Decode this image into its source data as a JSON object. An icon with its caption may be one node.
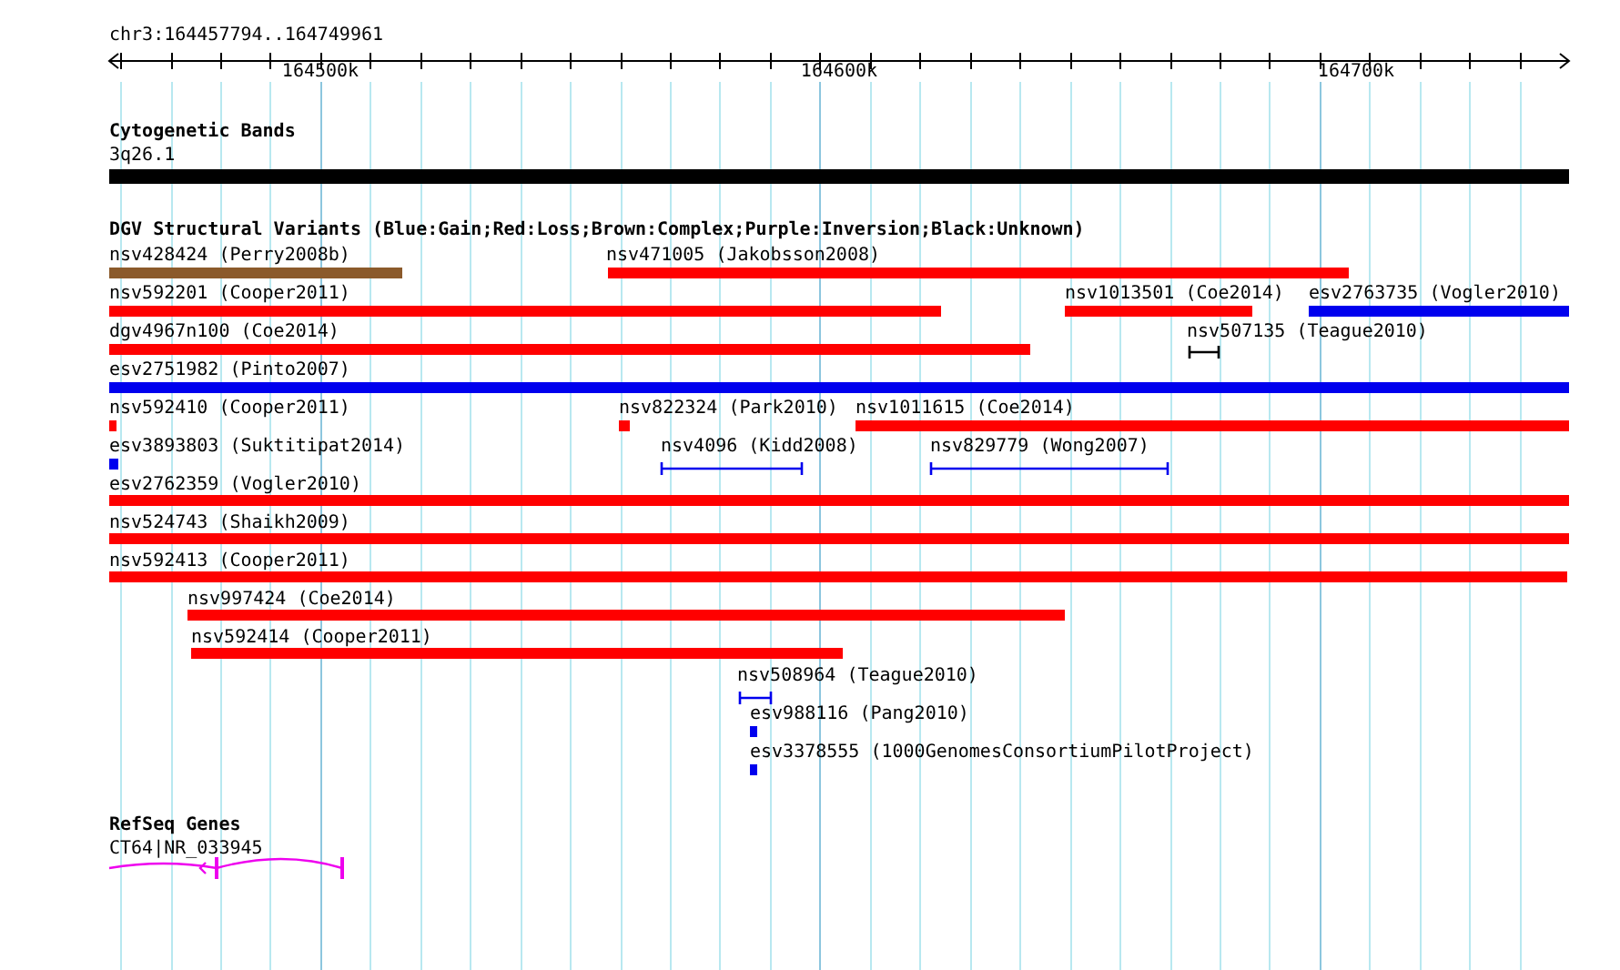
{
  "diagram": {
    "nodes": [
      {
        "text": [],
        "shape": "bar",
        "beside": [
          "3q26.1"
        ]
      },
      {
        "text": [],
        "shape": "bar",
        "beside": [
          "nsv428424 (Perry2008b)"
        ]
      },
      {
        "text": [],
        "shape": "bar",
        "beside": [
          "nsv471005 (Jakobsson2008)"
        ]
      },
      {
        "text": [],
        "shape": "bar",
        "beside": [
          "nsv592201 (Cooper2011)"
        ]
      },
      {
        "text": [],
        "shape": "bar",
        "beside": [
          "nsv1013501 (Coe2014)"
        ]
      },
      {
        "text": [],
        "shape": "bar",
        "beside": [
          "esv2763735 (Vogler2010)"
        ]
      },
      {
        "text": [],
        "shape": "bar",
        "beside": [
          "dgv4967n100 (Coe2014)"
        ]
      },
      {
        "text": [],
        "shape": "bar",
        "beside": [
          "nsv507135 (Teague2010)"
        ]
      },
      {
        "text": [],
        "shape": "bar",
        "beside": [
          "esv2751982 (Pinto2007)"
        ]
      },
      {
        "text": [],
        "shape": "bar",
        "beside": [
          "nsv592410 (Cooper2011)"
        ]
      },
      {
        "text": [],
        "shape": "bar",
        "beside": [
          "nsv822324 (Park2010)"
        ]
      },
      {
        "text": [],
        "shape": "bar",
        "beside": [
          "nsv1011615 (Coe2014)"
        ]
      },
      {
        "text": [],
        "shape": "bar",
        "beside": [
          "esv3893803 (Suktitipat2014)"
        ]
      },
      {
        "text": [],
        "shape": "bar",
        "beside": [
          "nsv4096 (Kidd2008)"
        ]
      },
      {
        "text": [],
        "shape": "bar",
        "beside": [
          "nsv829779 (Wong2007)"
        ]
      },
      {
        "text": [],
        "shape": "bar",
        "beside": [
          "esv2762359 (Vogler2010)"
        ]
      },
      {
        "text": [],
        "shape": "bar",
        "beside": [
          "nsv524743 (Shaikh2009)"
        ]
      },
      {
        "text": [],
        "shape": "bar",
        "beside": [
          "nsv592413 (Cooper2011)"
        ]
      },
      {
        "text": [],
        "shape": "bar",
        "beside": [
          "nsv997424 (Coe2014)"
        ]
      },
      {
        "text": [],
        "shape": "bar",
        "beside": [
          "nsv592414 (Cooper2011)"
        ]
      },
      {
        "text": [],
        "shape": "bar",
        "beside": [
          "nsv508964 (Teague2010)"
        ]
      },
      {
        "text": [],
        "shape": "bar",
        "beside": [
          "esv988116 (Pang2010)"
        ]
      },
      {
        "text": [],
        "shape": "bar",
        "beside": [
          "esv3378555 (1000GenomesConsortiumPilotProject)"
        ]
      },
      {
        "text": [],
        "shape": "line",
        "beside": [
          "CT64|NR_033945"
        ]
      }
    ],
    "labels": [
      "chr3:164457794..164749961",
      "164500k",
      "164600k",
      "164700k",
      "Cytogenetic Bands",
      "DGV Structural Variants (Blue:Gain;Red:Loss;Brown:Complex;Purple:Inversion;Black:Unknown)",
      "RefSeq Genes"
    ]
  }
}
